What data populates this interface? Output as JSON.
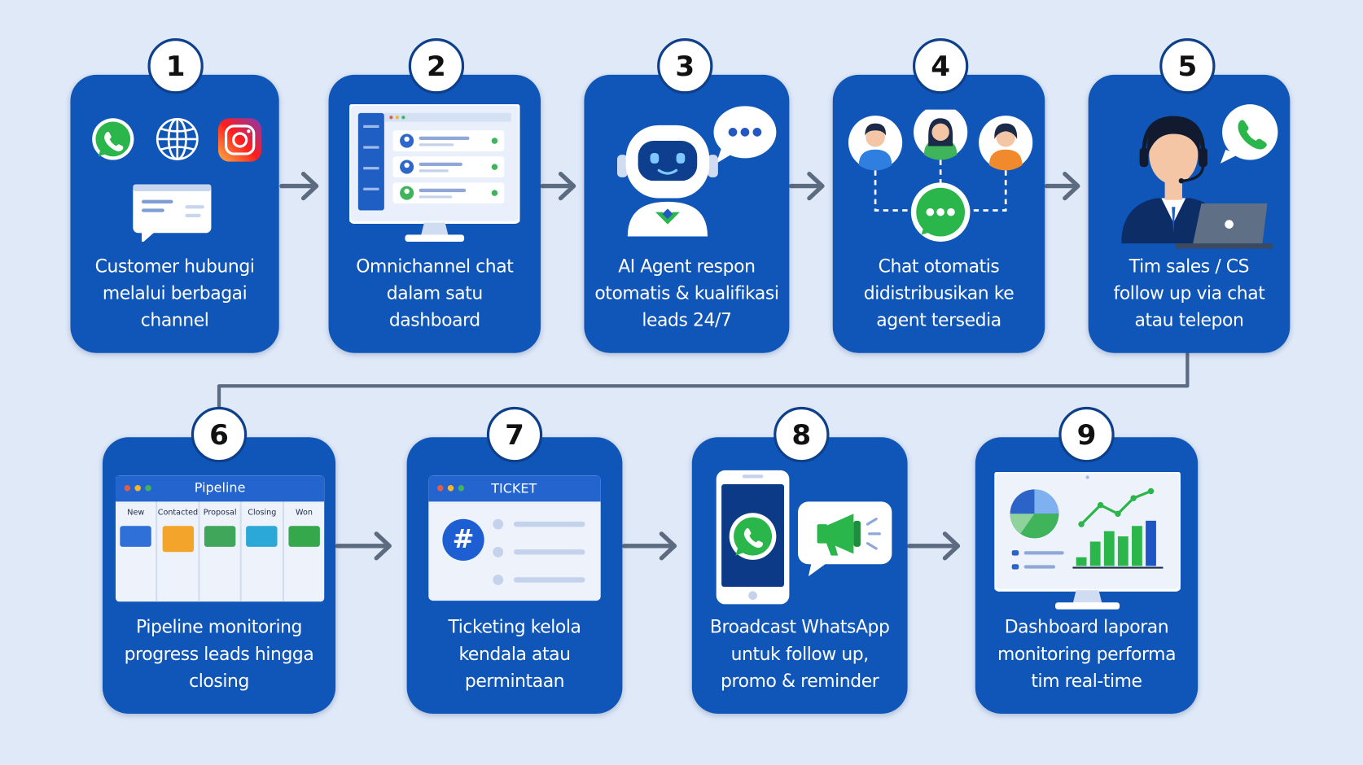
{
  "colors": {
    "background": "#dfe9f8",
    "card": "#0f56b8",
    "arrow": "#5d6b80",
    "whatsapp": "#2bb64b"
  },
  "steps": [
    {
      "number": "1",
      "lines": [
        "Customer hubungi",
        "melalui berbagai",
        "channel"
      ],
      "icons": [
        "whatsapp-icon",
        "globe-icon",
        "instagram-icon",
        "chat-bubble-icon"
      ]
    },
    {
      "number": "2",
      "lines": [
        "Omnichannel chat",
        "dalam satu",
        "dashboard"
      ],
      "icons": [
        "monitor-dashboard-icon"
      ]
    },
    {
      "number": "3",
      "lines": [
        "AI Agent respon",
        "otomatis & kualifikasi",
        "leads 24/7"
      ],
      "icons": [
        "robot-icon",
        "speech-bubble-icon"
      ]
    },
    {
      "number": "4",
      "lines": [
        "Chat otomatis",
        "didistribusikan ke",
        "agent tersedia"
      ],
      "icons": [
        "agent-avatars-icon",
        "chat-icon"
      ]
    },
    {
      "number": "5",
      "lines": [
        "Tim sales / CS",
        "follow up via chat",
        "atau telepon"
      ],
      "icons": [
        "headset-agent-icon",
        "phone-icon",
        "laptop-icon"
      ]
    },
    {
      "number": "6",
      "lines": [
        "Pipeline monitoring",
        "progress leads hingga",
        "closing"
      ],
      "icons": [
        "pipeline-board-icon"
      ],
      "board": {
        "title": "Pipeline",
        "columns": [
          "New",
          "Contacted",
          "Proposal",
          "Closing",
          "Won"
        ]
      }
    },
    {
      "number": "7",
      "lines": [
        "Ticketing kelola",
        "kendala atau",
        "permintaan"
      ],
      "icons": [
        "ticket-window-icon",
        "hash-icon"
      ],
      "window": {
        "title": "TICKET",
        "symbol": "#"
      }
    },
    {
      "number": "8",
      "lines": [
        "Broadcast WhatsApp",
        "untuk follow up,",
        "promo & reminder"
      ],
      "icons": [
        "smartphone-icon",
        "whatsapp-icon",
        "megaphone-icon"
      ]
    },
    {
      "number": "9",
      "lines": [
        "Dashboard laporan",
        "monitoring performa",
        "tim real-time"
      ],
      "icons": [
        "report-monitor-icon",
        "pie-chart-icon",
        "bar-chart-icon"
      ]
    }
  ]
}
